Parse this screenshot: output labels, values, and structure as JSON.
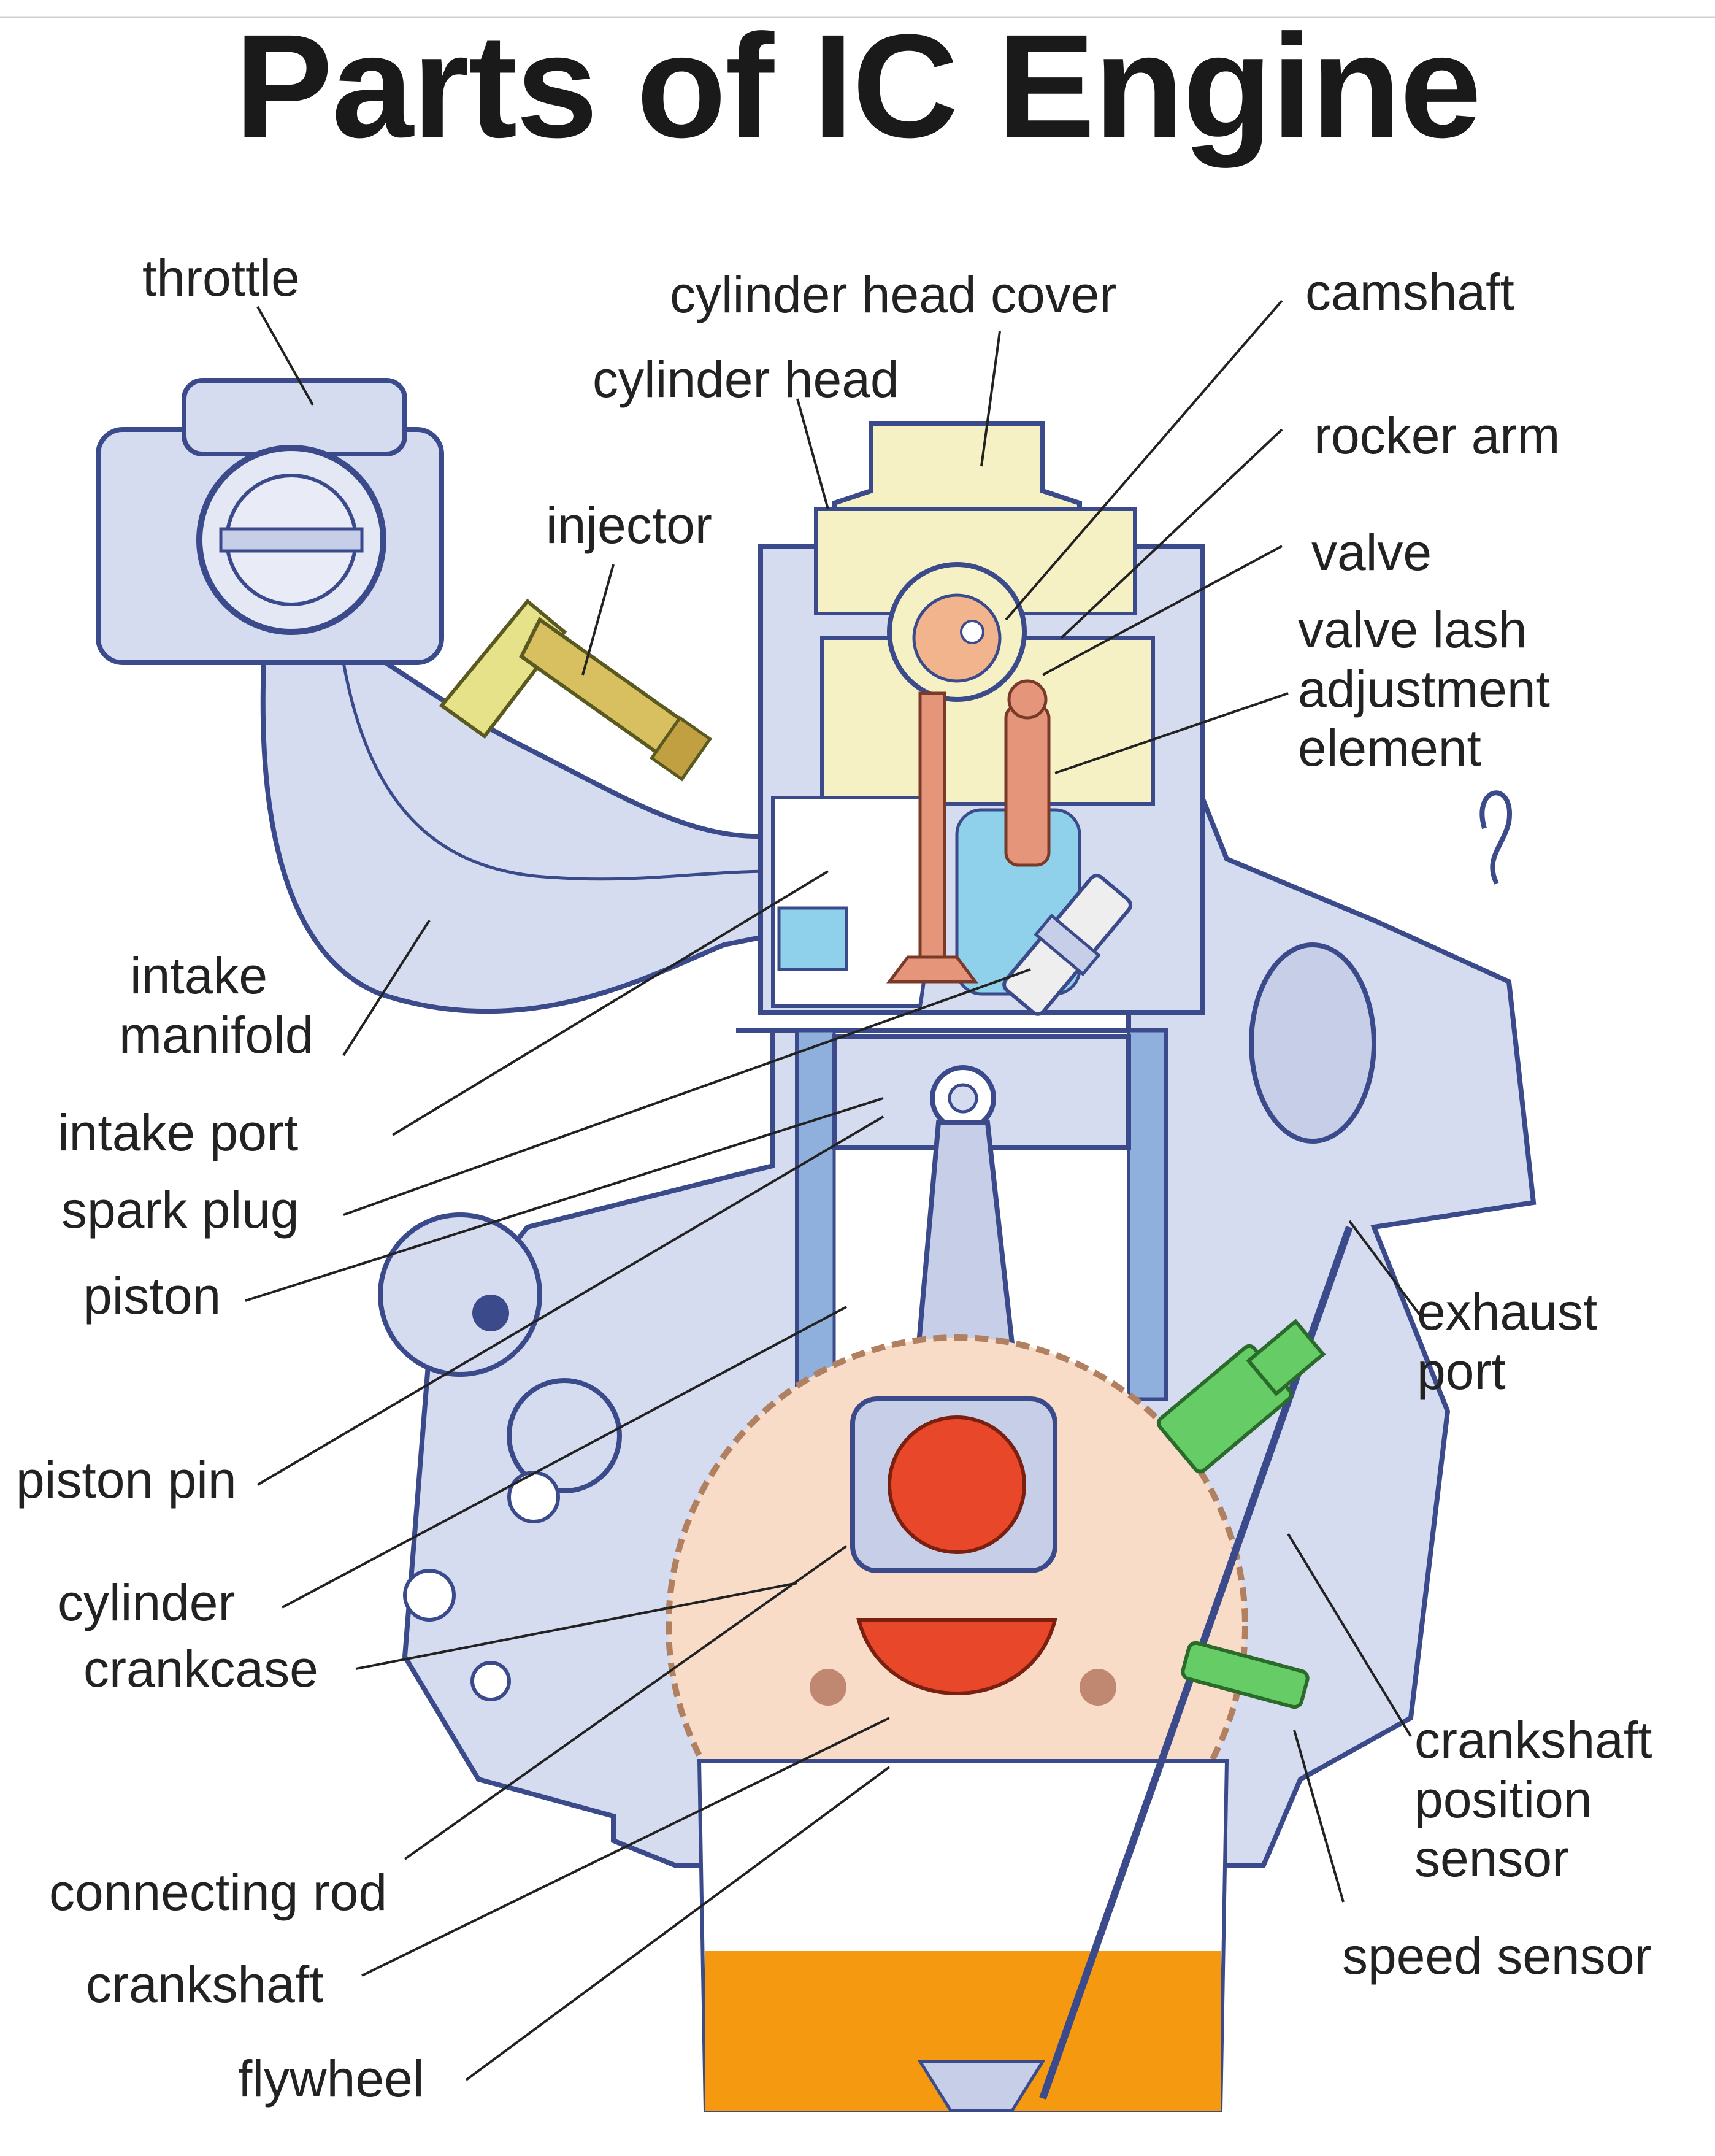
{
  "title": "Parts of IC Engine",
  "labels": {
    "throttle": "throttle",
    "cylinder_head_cover": "cylinder head cover",
    "camshaft": "camshaft",
    "cylinder_head": "cylinder head",
    "rocker_arm": "rocker arm",
    "injector": "injector",
    "valve": "valve",
    "valve_lash": [
      "valve lash",
      "adjustment",
      "element"
    ],
    "intake_manifold": [
      "intake",
      "manifold"
    ],
    "intake_port": "intake port",
    "spark_plug": "spark plug",
    "piston": "piston",
    "exhaust_port": [
      "exhaust",
      "port"
    ],
    "piston_pin": "piston pin",
    "cylinder": "cylinder",
    "crankcase": "crankcase",
    "crankshaft_position_sensor": [
      "crankshaft",
      "position",
      "sensor"
    ],
    "connecting_rod": "connecting rod",
    "speed_sensor": "speed sensor",
    "crankshaft": "crankshaft",
    "flywheel": "flywheel"
  },
  "colors": {
    "block": "#d5dcef",
    "outline": "#3a4a8a",
    "head_cover": "#f6f1c4",
    "oil": "#f59a10",
    "crank_pin": "#e8472a",
    "flywheel": "#f8dcc8",
    "sensor": "#66cc66",
    "injector": "#e6e28a",
    "valve": "#e4957a"
  }
}
